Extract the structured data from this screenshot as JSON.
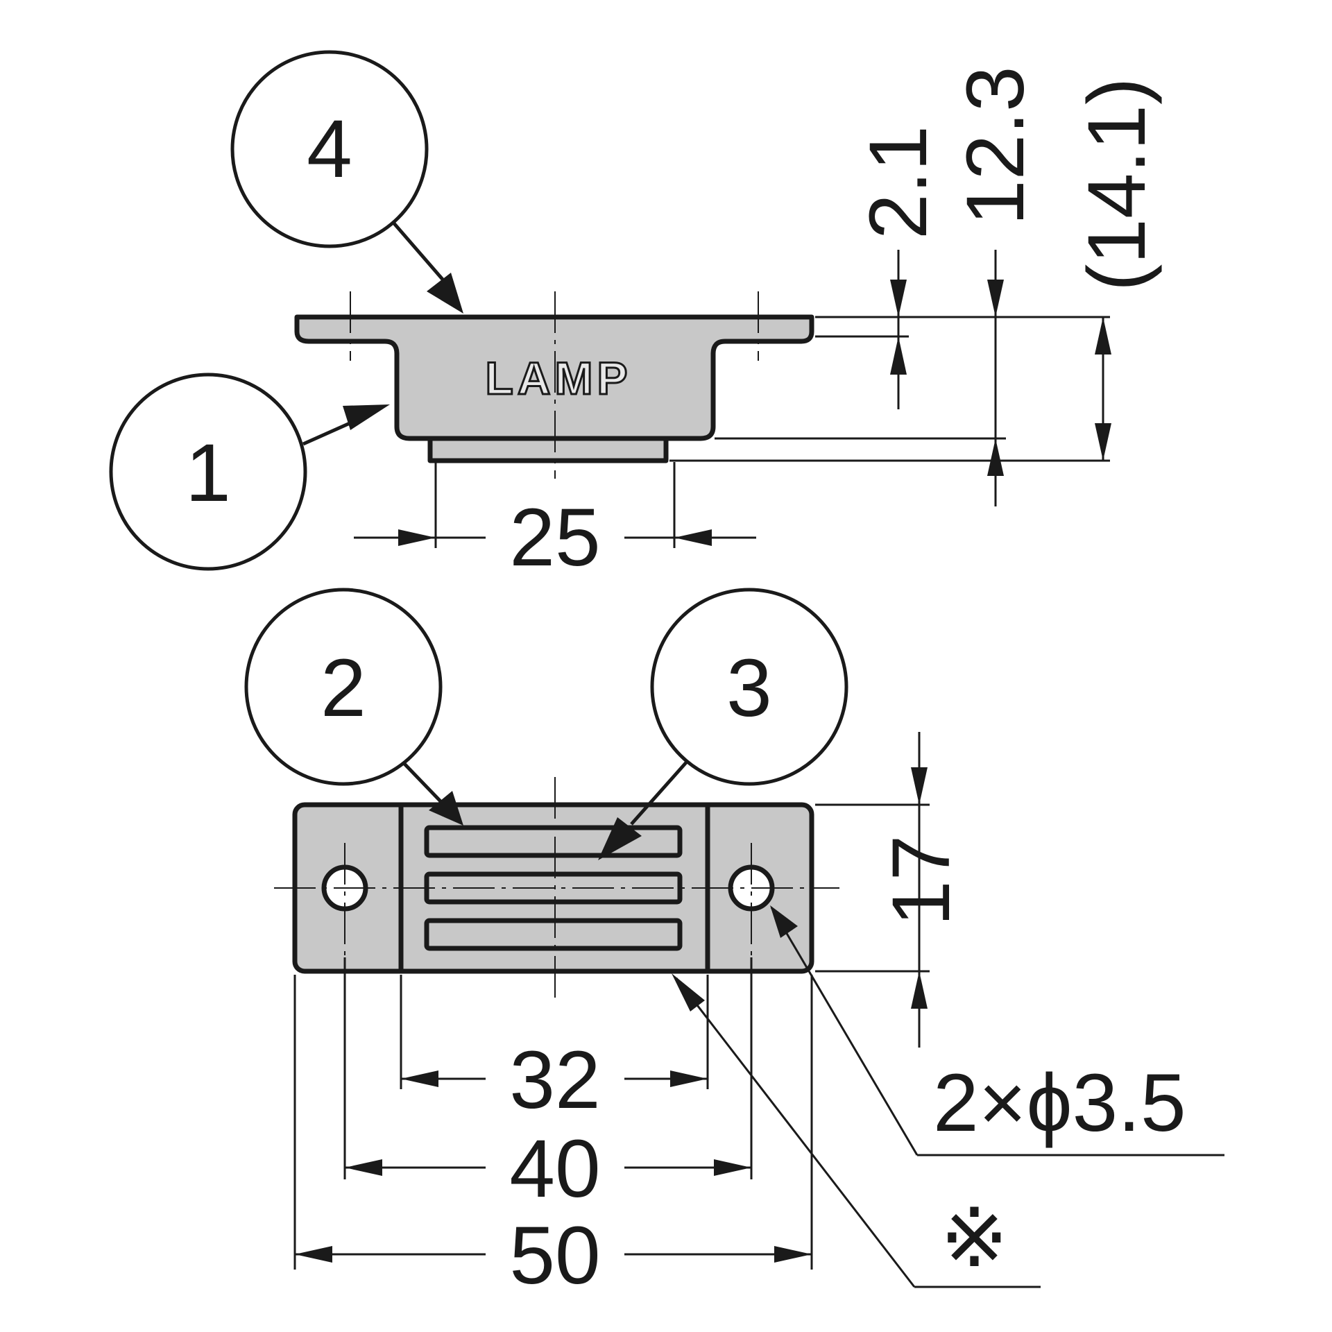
{
  "callouts": {
    "c1": "1",
    "c2": "2",
    "c3": "3",
    "c4": "4"
  },
  "logo_text": "LAMP",
  "dimensions": {
    "side_width": "25",
    "plate_thickness": "2.1",
    "body_height": "12.3",
    "total_height": "(14.1)",
    "spacing_inner": "32",
    "hole_pitch": "40",
    "overall_length": "50",
    "overall_width": "17",
    "holes": "2×ϕ3.5",
    "note_mark": "※"
  },
  "colors": {
    "line": "#1a1a1a",
    "body_fill": "#c8c8c8"
  }
}
